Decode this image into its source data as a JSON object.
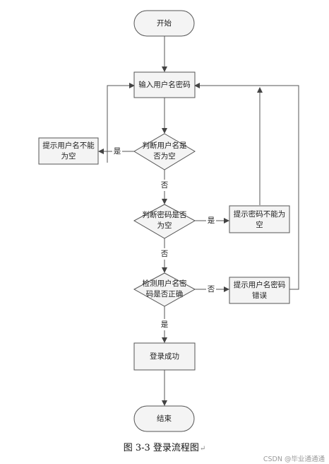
{
  "nodes": {
    "start": "开始",
    "input": "输入用户名密码",
    "check_user_empty": [
      "判断用户名是",
      "否为空"
    ],
    "prompt_user_empty": [
      "提示用户名不能",
      "为空"
    ],
    "check_pwd_empty": [
      "判断密码是否",
      "为空"
    ],
    "prompt_pwd_empty": [
      "提示密码不能为",
      "空"
    ],
    "check_correct": [
      "检测用户名密",
      "码是否正确"
    ],
    "prompt_error": [
      "提示用户名密码",
      "错误"
    ],
    "success": "登录成功",
    "end": "结束"
  },
  "edges": {
    "user_empty_yes": "是",
    "user_empty_no": "否",
    "pwd_empty_yes": "是",
    "pwd_empty_no": "否",
    "correct_no": "否",
    "correct_yes": "是"
  },
  "caption": "图 3-3 登录流程图",
  "caption_mark": "↵",
  "watermark": "CSDN @毕业通通通"
}
